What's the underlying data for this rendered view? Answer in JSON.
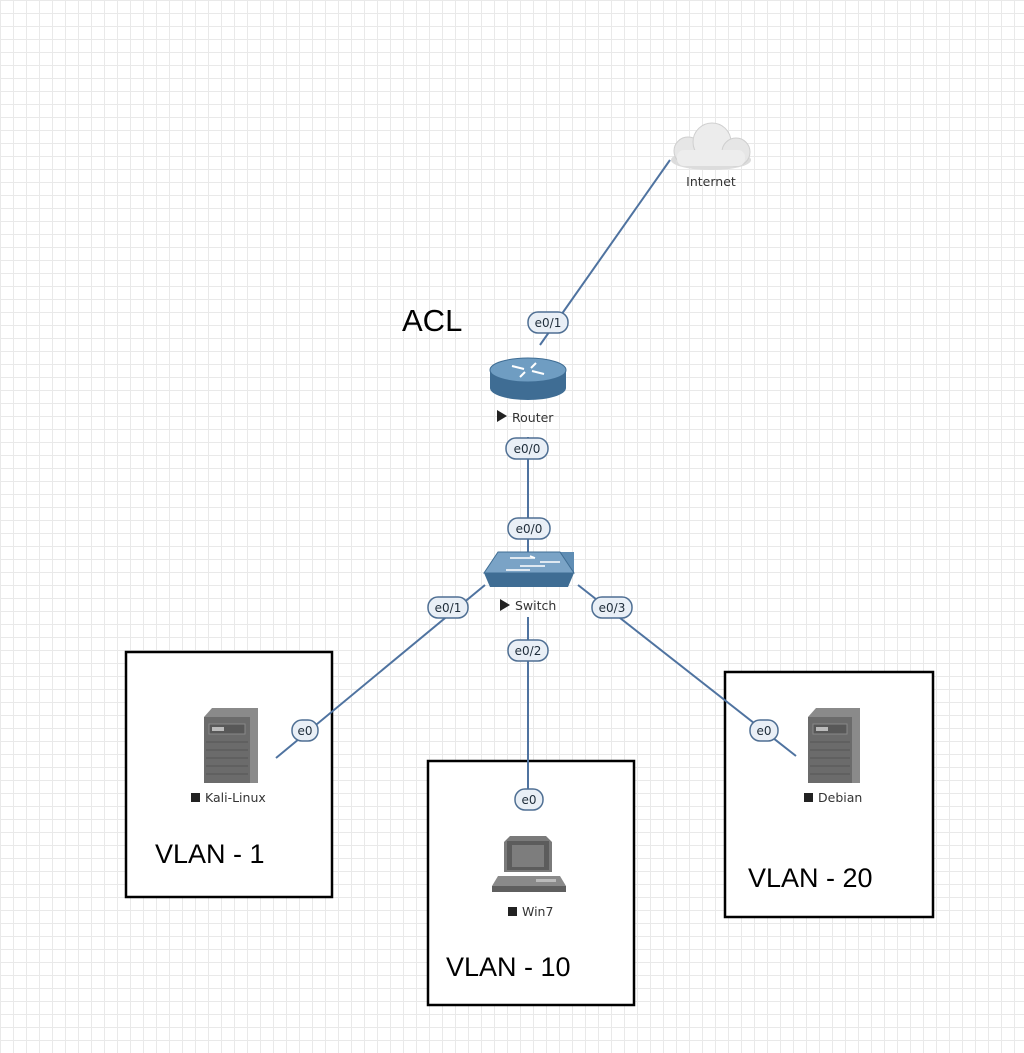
{
  "nodes": {
    "internet": {
      "label": "Internet",
      "icon": "cloud-icon"
    },
    "router": {
      "label": "Router",
      "icon": "router-icon",
      "status_icon": "play-icon"
    },
    "switch": {
      "label": "Switch",
      "icon": "switch-icon",
      "status_icon": "play-icon"
    },
    "kali": {
      "label": "Kali-Linux",
      "icon": "server-icon",
      "status_icon": "stop-icon"
    },
    "win7": {
      "label": "Win7",
      "icon": "desktop-pc-icon",
      "status_icon": "stop-icon"
    },
    "debian": {
      "label": "Debian",
      "icon": "server-icon",
      "status_icon": "stop-icon"
    }
  },
  "ports": {
    "router_e01": "e0/1",
    "router_e00": "e0/0",
    "switch_e00": "e0/0",
    "switch_e01": "e0/1",
    "switch_e02": "e0/2",
    "switch_e03": "e0/3",
    "kali_e0": "e0",
    "win7_e0": "e0",
    "debian_e0": "e0"
  },
  "annotations": {
    "acl": "ACL",
    "vlan1": "VLAN - 1",
    "vlan10": "VLAN - 10",
    "vlan20": "VLAN - 20"
  },
  "colors": {
    "link": "#4f73a0",
    "port_fill": "#e9eff6",
    "port_border": "#4f6f93",
    "device_gray": "#6b6b6b",
    "router_blue": "#4f7ea6"
  }
}
